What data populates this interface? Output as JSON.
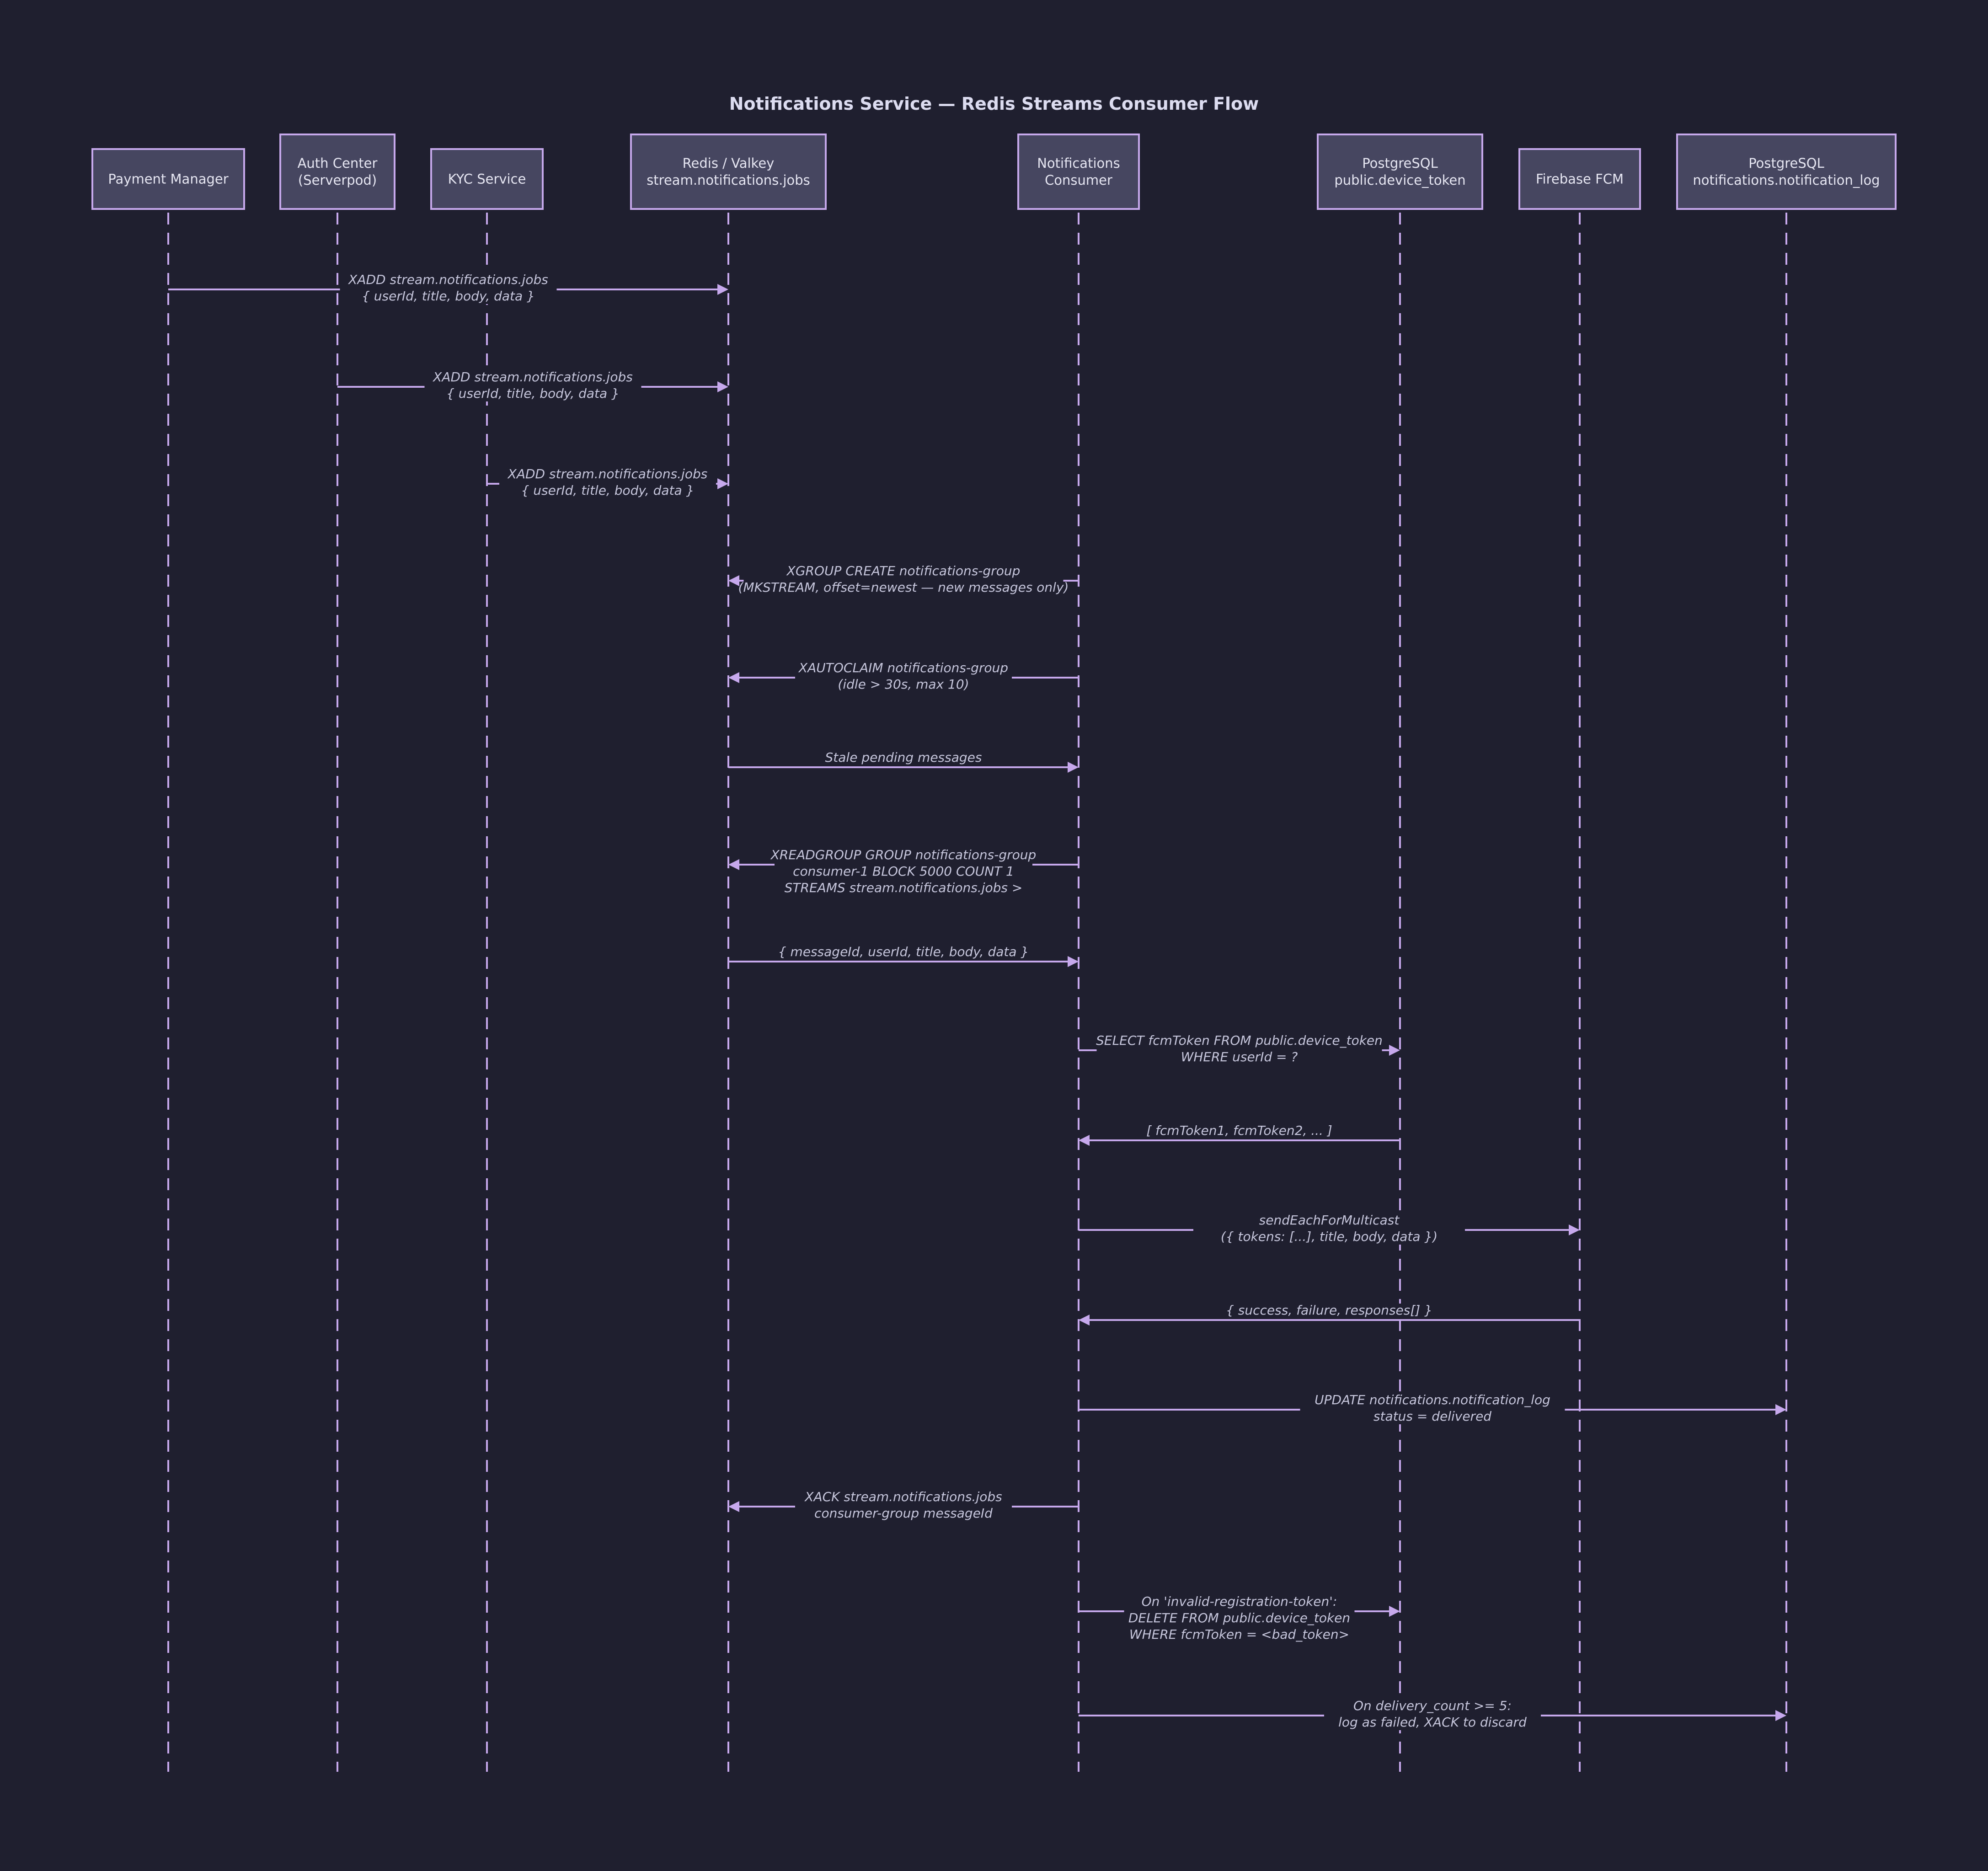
{
  "title": "Notifications Service — Redis Streams Consumer Flow",
  "participants": [
    {
      "id": "pm",
      "lines": [
        "Payment Manager"
      ]
    },
    {
      "id": "auth",
      "lines": [
        "Auth Center",
        "(Serverpod)"
      ]
    },
    {
      "id": "kyc",
      "lines": [
        "KYC Service"
      ]
    },
    {
      "id": "redis",
      "lines": [
        "Redis / Valkey",
        "stream.notifications.jobs"
      ]
    },
    {
      "id": "consumer",
      "lines": [
        "Notifications",
        "Consumer"
      ]
    },
    {
      "id": "pgdev",
      "lines": [
        "PostgreSQL",
        "public.device_token"
      ]
    },
    {
      "id": "fcm",
      "lines": [
        "Firebase FCM"
      ]
    },
    {
      "id": "pglog",
      "lines": [
        "PostgreSQL",
        "notifications.notification_log"
      ]
    }
  ],
  "messages": [
    {
      "from": "pm",
      "to": "redis",
      "lines": [
        "XADD stream.notifications.jobs",
        "{ userId, title, body, data }"
      ]
    },
    {
      "from": "auth",
      "to": "redis",
      "lines": [
        "XADD stream.notifications.jobs",
        "{ userId, title, body, data }"
      ]
    },
    {
      "from": "kyc",
      "to": "redis",
      "lines": [
        "XADD stream.notifications.jobs",
        "{ userId, title, body, data }"
      ]
    },
    {
      "from": "consumer",
      "to": "redis",
      "lines": [
        "XGROUP CREATE notifications-group",
        "(MKSTREAM, offset=newest — new messages only)"
      ]
    },
    {
      "from": "consumer",
      "to": "redis",
      "lines": [
        "XAUTOCLAIM notifications-group",
        "(idle > 30s, max 10)"
      ]
    },
    {
      "from": "redis",
      "to": "consumer",
      "lines": [
        "Stale pending messages"
      ]
    },
    {
      "from": "consumer",
      "to": "redis",
      "lines": [
        "XREADGROUP GROUP notifications-group",
        "consumer-1 BLOCK 5000 COUNT 1",
        "STREAMS stream.notifications.jobs >"
      ]
    },
    {
      "from": "redis",
      "to": "consumer",
      "lines": [
        "{ messageId, userId, title, body, data }"
      ]
    },
    {
      "from": "consumer",
      "to": "pgdev",
      "lines": [
        "SELECT fcmToken FROM public.device_token",
        "WHERE userId = ?"
      ]
    },
    {
      "from": "pgdev",
      "to": "consumer",
      "lines": [
        "[ fcmToken1, fcmToken2, ... ]"
      ]
    },
    {
      "from": "consumer",
      "to": "fcm",
      "lines": [
        "sendEachForMulticast",
        "({ tokens: [...], title, body, data })"
      ]
    },
    {
      "from": "fcm",
      "to": "consumer",
      "lines": [
        "{ success, failure, responses[] }"
      ]
    },
    {
      "from": "consumer",
      "to": "pglog",
      "lines": [
        "UPDATE notifications.notification_log",
        "status = delivered"
      ]
    },
    {
      "from": "consumer",
      "to": "redis",
      "lines": [
        "XACK stream.notifications.jobs",
        "consumer-group messageId"
      ]
    },
    {
      "from": "consumer",
      "to": "pgdev",
      "lines": [
        "On 'invalid-registration-token':",
        "DELETE FROM public.device_token",
        "WHERE fcmToken = <bad_token>"
      ]
    },
    {
      "from": "consumer",
      "to": "pglog",
      "lines": [
        "On delivery_count >= 5:",
        "log as failed, XACK to discard"
      ]
    }
  ],
  "colors": {
    "background": "#1f1f2f",
    "line": "#c6a8ec",
    "box": "#464660",
    "text": "#e6e6f2",
    "label": "#c6c6dc"
  }
}
